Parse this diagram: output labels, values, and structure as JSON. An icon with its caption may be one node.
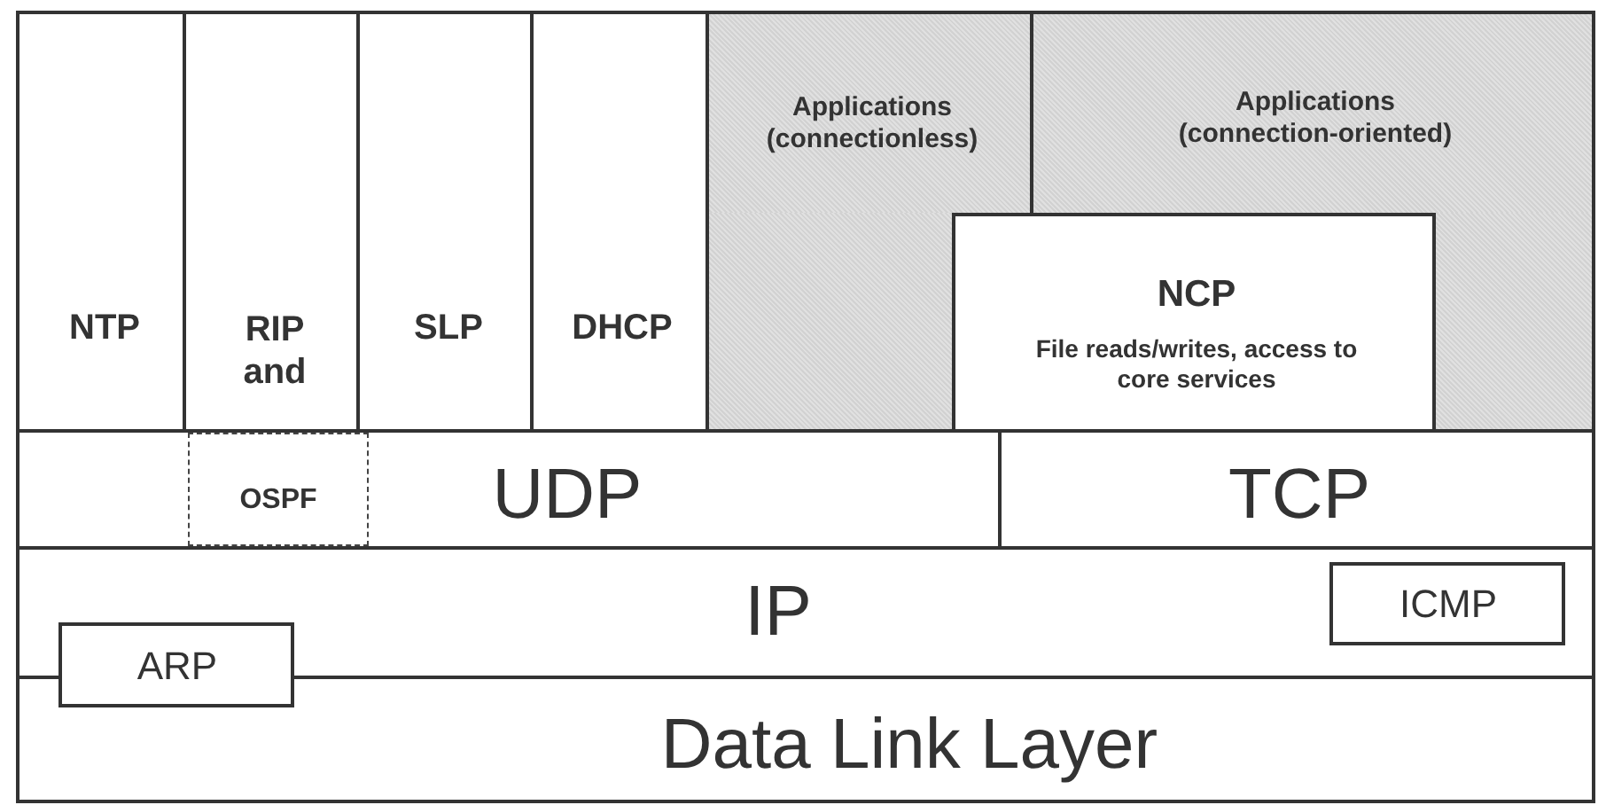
{
  "diagram": {
    "nodes": [
      {
        "text": [
          "NTP"
        ]
      },
      {
        "text": [
          "RIP and"
        ]
      },
      {
        "text": [
          "SLP"
        ]
      },
      {
        "text": [
          "DHCP"
        ]
      },
      {
        "text": [
          "Applications (connectionless)"
        ]
      },
      {
        "text": [
          "Applications (connection-oriented)"
        ]
      },
      {
        "text": [
          "NCP",
          "File reads/writes, access to core services"
        ]
      },
      {
        "text": [
          "UDP"
        ]
      },
      {
        "text": [
          "OSPF"
        ],
        "in": 7
      },
      {
        "text": [
          "TCP"
        ]
      },
      {
        "text": [
          "IP"
        ]
      },
      {
        "text": [
          "ICMP"
        ],
        "in": 10
      },
      {
        "text": [
          "ARP"
        ]
      },
      {
        "text": [
          "Data Link Layer"
        ]
      }
    ]
  }
}
